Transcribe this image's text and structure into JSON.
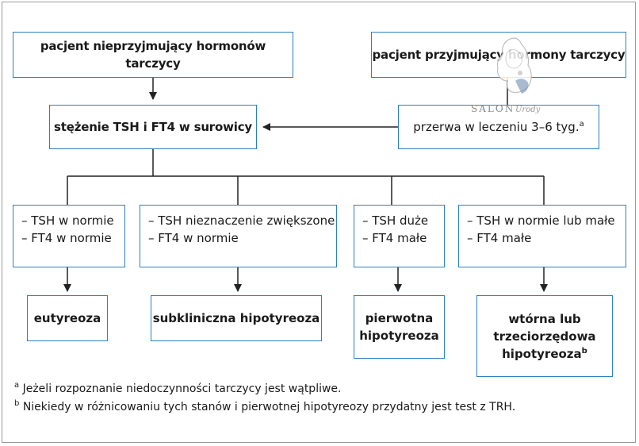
{
  "boxes": {
    "no_hormones": "pacjent nieprzyjmujący hormonów tarczycy",
    "taking_hormones": "pacjent przyjmujący hormony tarczycy",
    "serum_test": "stężenie TSH i FT4 w surowicy",
    "break_prefix": "przerwa w leczeniu 3–6 tyg.",
    "break_sup": "a"
  },
  "branches": [
    {
      "line1": "– TSH w normie",
      "line2": "– FT4 w normie",
      "result": "eutyreoza"
    },
    {
      "line1": "– TSH nieznaczenie zwiększone",
      "line2": "– FT4 w normie",
      "result": "subkliniczna hipotyreoza"
    },
    {
      "line1": "– TSH duże",
      "line2": "– FT4 małe",
      "result_line1": "pierwotna",
      "result_line2": "hipotyreoza"
    },
    {
      "line1": "– TSH w normie lub małe",
      "line2": "– FT4 małe",
      "result_line1": "wtórna lub",
      "result_line2": "trzeciorzędowa",
      "result_line3": "hipotyreoza",
      "result_sup": "b"
    }
  ],
  "footnotes": [
    {
      "mark": "a",
      "text": "Jeżeli rozpoznanie niedoczynności tarczycy jest wątpliwe."
    },
    {
      "mark": "b",
      "text": "Niekiedy w różnicowaniu tych stanów i pierwotnej hipotyreozy przydatny jest test z TRH."
    }
  ],
  "watermark": {
    "brand": "SALON",
    "script": "Urody"
  },
  "colors": {
    "box_border": "#2e80bf",
    "line": "#222222"
  }
}
